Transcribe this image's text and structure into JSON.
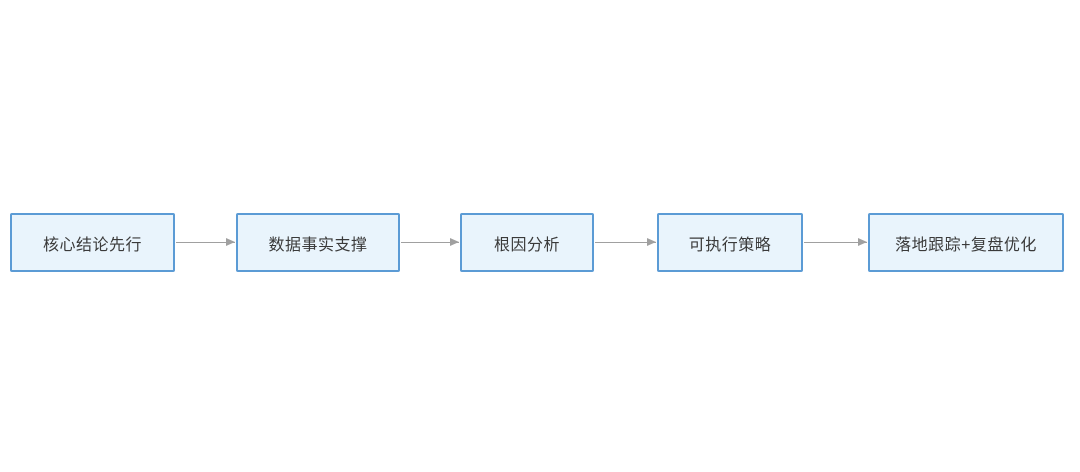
{
  "diagram": {
    "type": "flowchart",
    "direction": "left-to-right",
    "colors": {
      "background": "#ffffff",
      "node_fill": "#e9f4fc",
      "node_border": "#5b9bd5",
      "node_text": "#3a3a3a",
      "arrow": "#a0a0a0"
    },
    "nodes": [
      {
        "id": 1,
        "label": "核心结论先行"
      },
      {
        "id": 2,
        "label": "数据事实支撑"
      },
      {
        "id": 3,
        "label": "根因分析"
      },
      {
        "id": 4,
        "label": "可执行策略"
      },
      {
        "id": 5,
        "label": "落地跟踪+复盘优化"
      }
    ],
    "edges": [
      {
        "from": 1,
        "to": 2
      },
      {
        "from": 2,
        "to": 3
      },
      {
        "from": 3,
        "to": 4
      },
      {
        "from": 4,
        "to": 5
      }
    ]
  }
}
